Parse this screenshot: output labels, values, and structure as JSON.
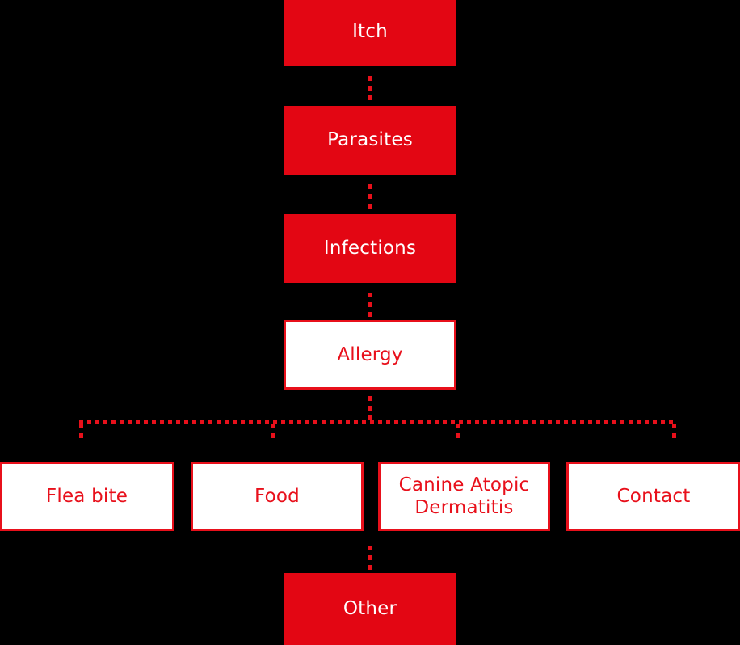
{
  "diagram": {
    "title": "Itch differential diagnosis flowchart",
    "type": "flowchart",
    "orientation": "top-to-bottom",
    "background_color": "#000000",
    "accent_color": "#E30613",
    "outline_color": "#E8101B",
    "filled_text_color": "#FFFFFF",
    "outlined_text_color": "#E8101B",
    "connector_style": "dotted"
  },
  "nodes": {
    "itch": {
      "label": "Itch",
      "style": "filled"
    },
    "parasites": {
      "label": "Parasites",
      "style": "filled"
    },
    "infections": {
      "label": "Infections",
      "style": "filled"
    },
    "allergy": {
      "label": "Allergy",
      "style": "outlined"
    },
    "flea_bite": {
      "label": "Flea bite",
      "style": "outlined"
    },
    "food": {
      "label": "Food",
      "style": "outlined"
    },
    "canine_atopic_dermatitis": {
      "label": "Canine Atopic Dermatitis",
      "style": "outlined"
    },
    "contact": {
      "label": "Contact",
      "style": "outlined"
    },
    "other": {
      "label": "Other",
      "style": "filled"
    }
  },
  "edges": [
    {
      "from": "itch",
      "to": "parasites",
      "style": "dotted",
      "direction": "vertical"
    },
    {
      "from": "parasites",
      "to": "infections",
      "style": "dotted",
      "direction": "vertical"
    },
    {
      "from": "infections",
      "to": "allergy",
      "style": "dotted",
      "direction": "vertical"
    },
    {
      "from": "allergy",
      "to": "flea_bite",
      "style": "dotted",
      "direction": "branch"
    },
    {
      "from": "allergy",
      "to": "food",
      "style": "dotted",
      "direction": "branch"
    },
    {
      "from": "allergy",
      "to": "canine_atopic_dermatitis",
      "style": "dotted",
      "direction": "branch"
    },
    {
      "from": "allergy",
      "to": "contact",
      "style": "dotted",
      "direction": "branch"
    },
    {
      "from": "allergy",
      "to": "other",
      "style": "dotted",
      "direction": "vertical"
    }
  ]
}
